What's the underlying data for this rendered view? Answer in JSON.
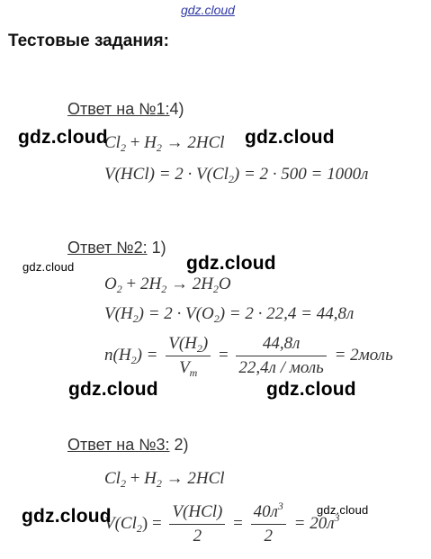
{
  "site_link": "gdz.cloud",
  "heading": "Тестовые задания:",
  "answers": [
    {
      "label": "Ответ на №1:",
      "choice": "4)"
    },
    {
      "label": "Ответ №2:",
      "choice": " 1)"
    },
    {
      "label": "Ответ на №3:",
      "choice": " 2)"
    }
  ],
  "watermark": "gdz.cloud",
  "f": {
    "cl2": "Cl",
    "h2": "H",
    "sub2": "2",
    "arrow": "→",
    "hcl": "2HCl",
    "p1_rhs": "= 2 · V(Cl",
    "p1_tail": ") = 2 · 500 = 1000л",
    "o2": "O",
    "two_h2": "2H",
    "water": "2H",
    "water_o": "O",
    "v_h2": "V(H",
    "p2_rhs": ") = 2 · V(O",
    "p2_tail": ") = 2 · 22,4 = 44,8л",
    "n_h2": "n(H",
    "eq": ") =",
    "vm": "V",
    "vm_sub": "m",
    "frac2_num": "44,8л",
    "frac2_den": "22,4л / моль",
    "res2": "= 2моль",
    "v_hcl": "V(HCl)",
    "vcl_lhs": "V(Cl",
    "two": "2",
    "frac3_num": "40л",
    "cube": "3",
    "res3": "= 20л"
  }
}
